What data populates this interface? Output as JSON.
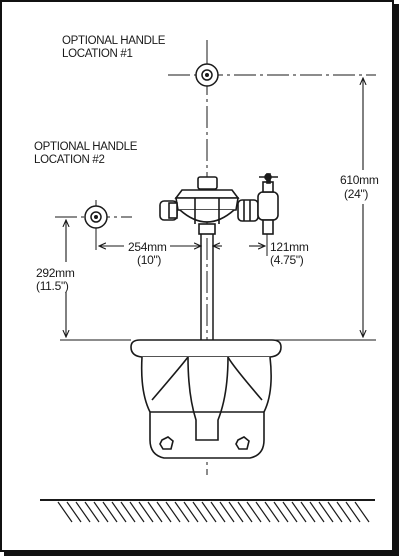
{
  "labels": {
    "handle_location_1_line1": "OPTIONAL HANDLE",
    "handle_location_1_line2": "LOCATION #1",
    "handle_location_2_line1": "OPTIONAL HANDLE",
    "handle_location_2_line2": "LOCATION #2"
  },
  "dimensions": {
    "height_to_location_1_mm": "610mm",
    "height_to_location_1_in": "(24\")",
    "height_to_location_2_mm": "292mm",
    "height_to_location_2_in": "(11.5\")",
    "left_offset_mm": "254mm",
    "left_offset_in": "(10\")",
    "right_offset_mm": "121mm",
    "right_offset_in": "(4.75\")"
  }
}
